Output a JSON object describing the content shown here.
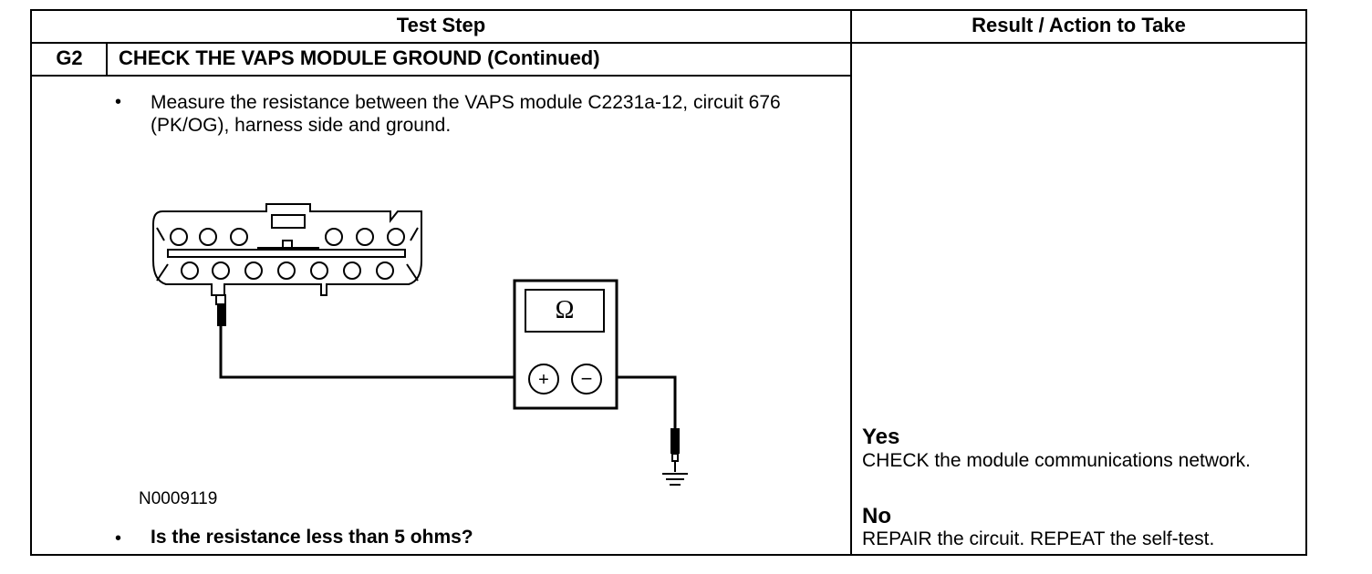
{
  "header": {
    "test_step": "Test Step",
    "result_action": "Result / Action to Take"
  },
  "step": {
    "id": "G2",
    "title": "CHECK THE VAPS MODULE GROUND (Continued)"
  },
  "instructions": {
    "bullet": "•",
    "measure": "Measure the resistance between the VAPS module C2231a-12, circuit 676 (PK/OG), harness side and ground.",
    "question": "Is the resistance less than 5 ohms?"
  },
  "figure": {
    "id": "N0009119",
    "meter_symbol": "Ω",
    "plus": "+",
    "minus": "−"
  },
  "results": {
    "yes_label": "Yes",
    "yes_text": "CHECK the module communications network.",
    "no_label": "No",
    "no_text": "REPAIR the circuit. REPEAT the self-test."
  }
}
